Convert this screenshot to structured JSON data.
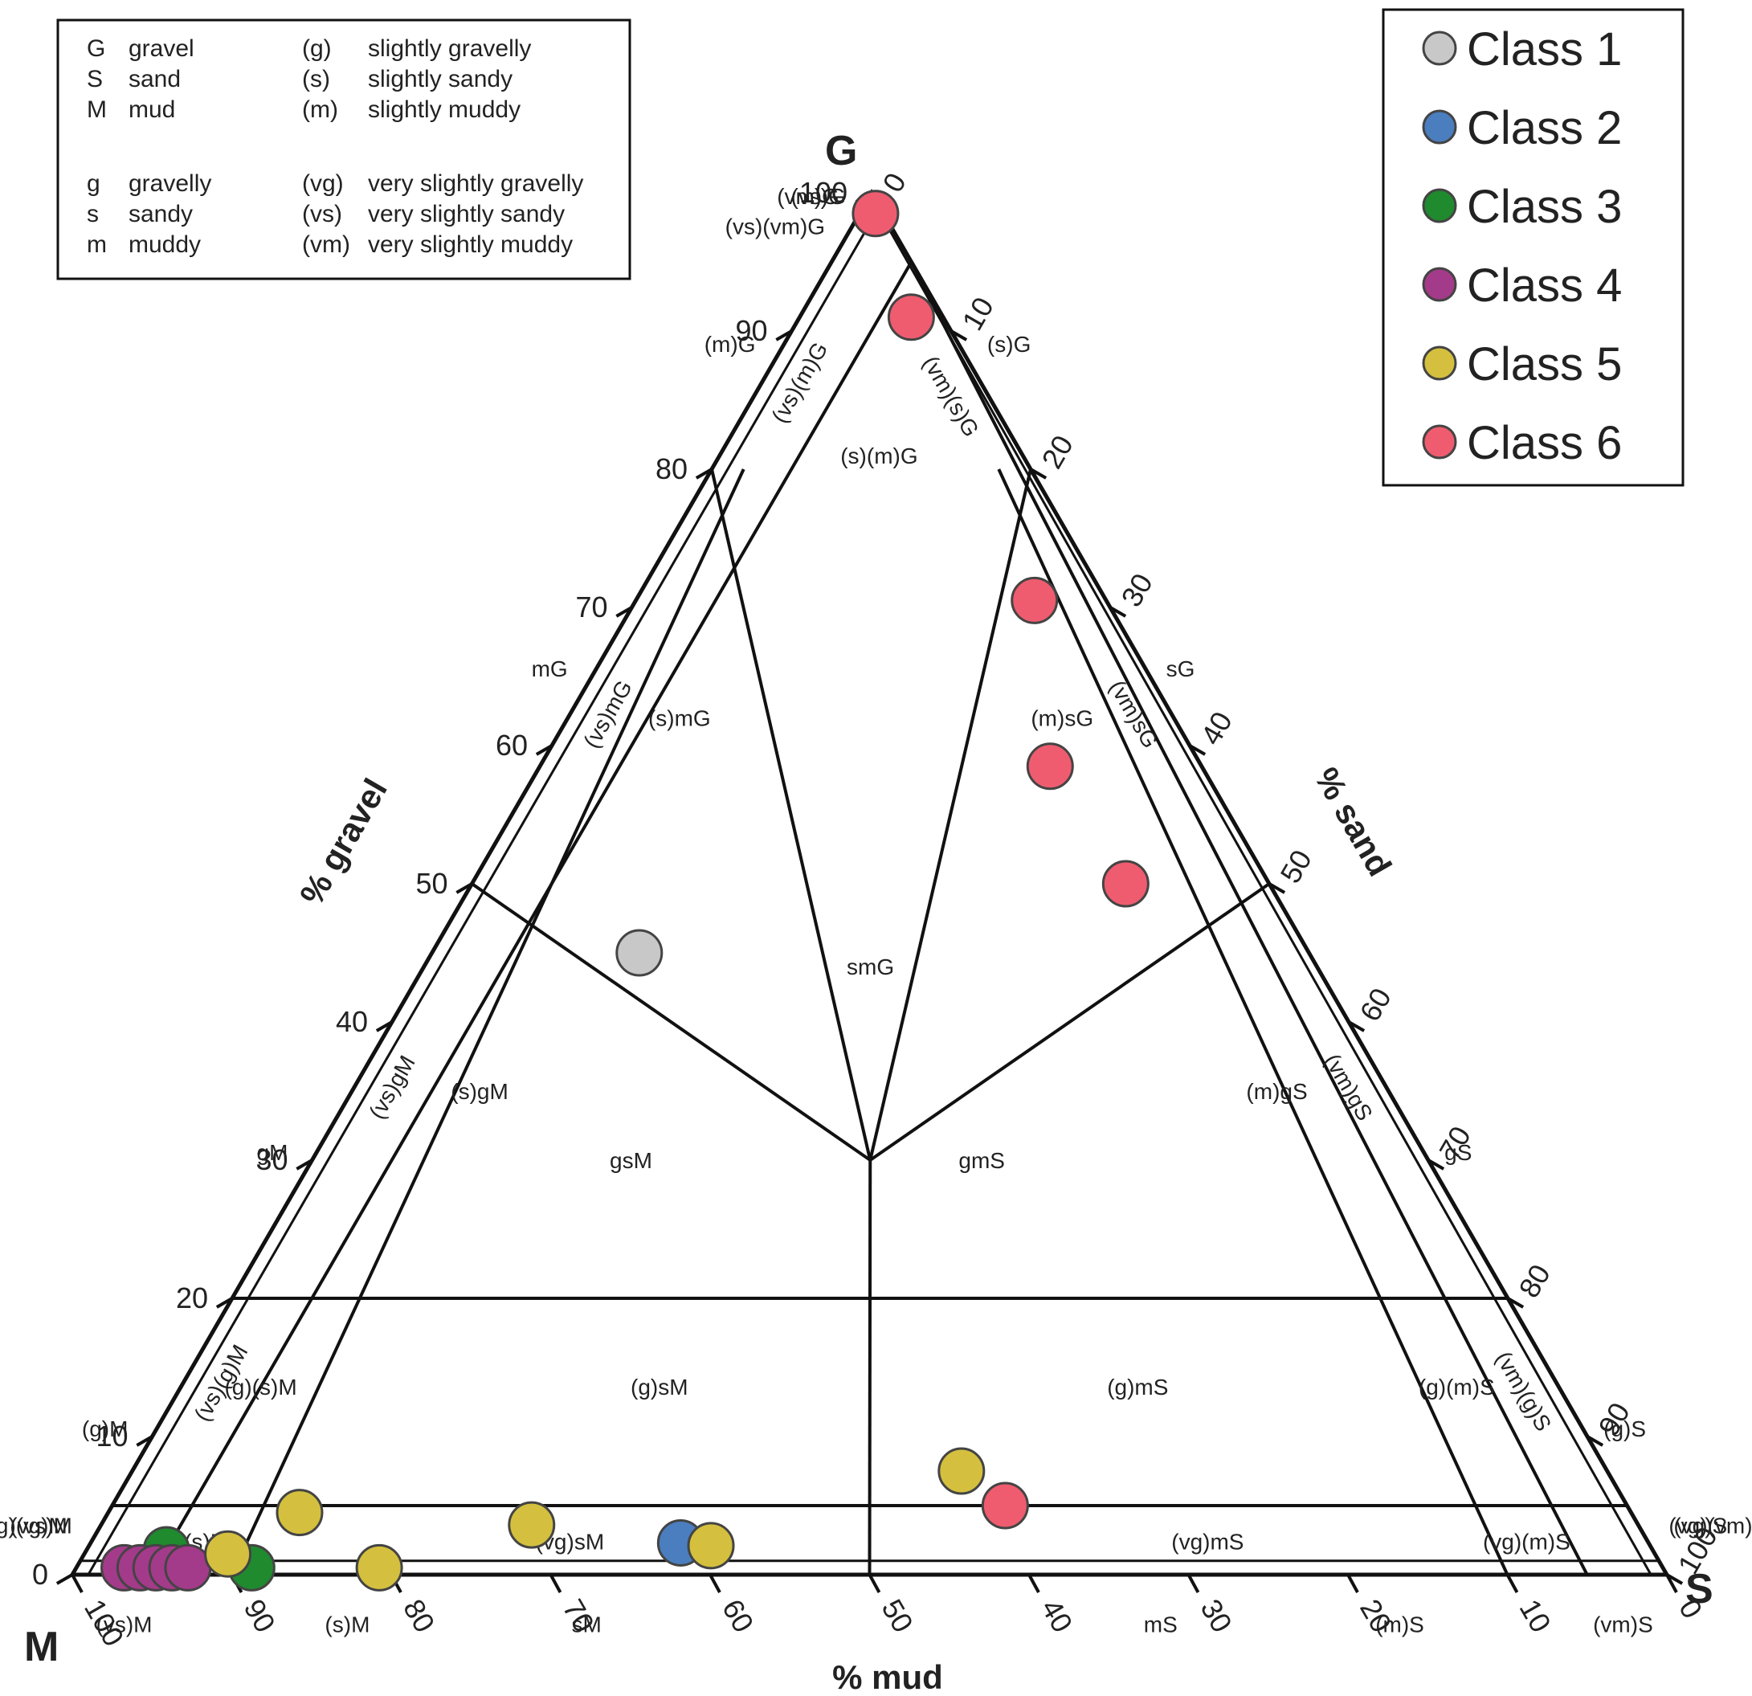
{
  "chart_data": {
    "type": "scatter",
    "subtype": "ternary",
    "corner_labels": {
      "gravel": "G",
      "sand": "S",
      "mud": "M"
    },
    "axis_labels": {
      "gravel": "% gravel",
      "sand": "% sand",
      "mud": "% mud"
    },
    "ticks": {
      "gravel": [
        "0",
        "10",
        "20",
        "30",
        "40",
        "50",
        "60",
        "70",
        "80",
        "90",
        "100"
      ],
      "sand": [
        "0",
        "10",
        "20",
        "30",
        "40",
        "50",
        "60",
        "70",
        "80",
        "90",
        "100"
      ],
      "mud": [
        "100",
        "90",
        "80",
        "70",
        "60",
        "50",
        "40",
        "30",
        "20",
        "10",
        "0"
      ]
    },
    "abbreviations": [
      {
        "code": "G",
        "meaning": "gravel",
        "code2": "(g)",
        "meaning2": "slightly gravelly"
      },
      {
        "code": "S",
        "meaning": "sand",
        "code2": "(s)",
        "meaning2": "slightly sandy"
      },
      {
        "code": "M",
        "meaning": "mud",
        "code2": "(m)",
        "meaning2": "slightly muddy"
      },
      {
        "code": "g",
        "meaning": "gravelly",
        "code2": "(vg)",
        "meaning2": "very slightly gravelly"
      },
      {
        "code": "s",
        "meaning": "sandy",
        "code2": "(vs)",
        "meaning2": "very slightly sandy"
      },
      {
        "code": "m",
        "meaning": "muddy",
        "code2": "(vm)",
        "meaning2": "very slightly muddy"
      }
    ],
    "class_regions": [
      {
        "label": "(s)(m)G",
        "gravel": 81,
        "sand": 10
      },
      {
        "label": "(s)mG",
        "gravel": 62,
        "sand": 7
      },
      {
        "label": "(m)sG",
        "gravel": 62,
        "sand": 31
      },
      {
        "label": "smG",
        "gravel": 44,
        "sand": 28
      },
      {
        "label": "(s)gM",
        "gravel": 35,
        "sand": 8
      },
      {
        "label": "(m)gS",
        "gravel": 35,
        "sand": 58
      },
      {
        "label": "gsM",
        "gravel": 30,
        "sand": 20
      },
      {
        "label": "gmS",
        "gravel": 30,
        "sand": 42
      },
      {
        "label": "(g)(s)M",
        "gravel": 13.6,
        "sand": 5
      },
      {
        "label": "(g)sM",
        "gravel": 13.6,
        "sand": 30
      },
      {
        "label": "(g)mS",
        "gravel": 13.6,
        "sand": 60
      },
      {
        "label": "(g)(m)S",
        "gravel": 13.6,
        "sand": 80
      },
      {
        "label": "(vg)(s)M",
        "gravel": 2.4,
        "sand": 6
      },
      {
        "label": "(vg)sM",
        "gravel": 2.4,
        "sand": 30
      },
      {
        "label": "(vg)mS",
        "gravel": 2.4,
        "sand": 70
      },
      {
        "label": "(vg)(m)S",
        "gravel": 2.4,
        "sand": 90
      },
      {
        "label": "(vs)(m)G",
        "gravel": 86,
        "sand": 0.3,
        "rot": -60
      },
      {
        "label": "(vs)mG",
        "gravel": 62,
        "sand": 0.3,
        "rot": -60
      },
      {
        "label": "(vs)gM",
        "gravel": 35,
        "sand": 0.3,
        "rot": -60
      },
      {
        "label": "(vs)(g)M",
        "gravel": 13.6,
        "sand": 0.3,
        "rot": -60
      },
      {
        "label": "(vm)(s)G",
        "gravel": 85,
        "sand": 14.7,
        "rot": 60
      },
      {
        "label": "(vm)sG",
        "gravel": 62,
        "sand": 37.7,
        "rot": 60
      },
      {
        "label": "(vm)gS",
        "gravel": 35,
        "sand": 64.7,
        "rot": 60
      },
      {
        "label": "(vm)(g)S",
        "gravel": 13,
        "sand": 86.7,
        "rot": 60
      }
    ],
    "edge_labels": [
      {
        "label": "(vs)G",
        "gravel": 99.2,
        "sand": 0.8
      },
      {
        "label": "(vm)G",
        "gravel": 99.2,
        "sand": 0.4
      },
      {
        "label": "(vs)(vm)G",
        "gravel": 97,
        "sand": 0.6
      },
      {
        "label": "(m)G",
        "gravel": 88.5,
        "sand": 0.5
      },
      {
        "label": "(s)G",
        "gravel": 88.5,
        "sand": 11
      },
      {
        "label": "mG",
        "gravel": 65,
        "sand": 0.5
      },
      {
        "label": "sG",
        "gravel": 65,
        "sand": 34
      },
      {
        "label": "gM",
        "gravel": 30,
        "sand": 0.5
      },
      {
        "label": "gS",
        "gravel": 30,
        "sand": 69
      },
      {
        "label": "(g)M",
        "gravel": 10,
        "sand": 0.5
      },
      {
        "label": "(g)S",
        "gravel": 10,
        "sand": 89
      },
      {
        "label": "(vg)(vs)M",
        "gravel": 3,
        "sand": 0.5
      },
      {
        "label": "(vg)M",
        "gravel": 3,
        "sand": 0.2
      },
      {
        "label": "(vg)(vm)S",
        "gravel": 3,
        "sand": 96.6
      },
      {
        "label": "(vg)S",
        "gravel": 3,
        "sand": 96.9
      },
      {
        "label": "(vs)M",
        "gravel": 0.5,
        "sand": 3
      },
      {
        "label": "(s)M",
        "gravel": 0.5,
        "sand": 17
      },
      {
        "label": "sM",
        "gravel": 0.5,
        "sand": 32
      },
      {
        "label": "mS",
        "gravel": 0.5,
        "sand": 68
      },
      {
        "label": "(m)S",
        "gravel": 0.5,
        "sand": 83
      },
      {
        "label": "(vm)S",
        "gravel": 0.5,
        "sand": 97
      }
    ],
    "series": [
      {
        "name": "Class 1",
        "color": "#c8c8c8",
        "points": [
          {
            "gravel": 45,
            "sand": 13
          }
        ]
      },
      {
        "name": "Class 2",
        "color": "#4a7ebf",
        "points": [
          {
            "gravel": 2.3,
            "sand": 37
          }
        ]
      },
      {
        "name": "Class 3",
        "color": "#1f8a2e",
        "points": [
          {
            "gravel": 0.5,
            "sand": 11
          },
          {
            "gravel": 1.8,
            "sand": 5
          }
        ]
      },
      {
        "name": "Class 4",
        "color": "#a43a8a",
        "points": [
          {
            "gravel": 0.5,
            "sand": 3
          },
          {
            "gravel": 0.5,
            "sand": 4
          },
          {
            "gravel": 0.5,
            "sand": 5
          },
          {
            "gravel": 0.5,
            "sand": 6
          },
          {
            "gravel": 0.5,
            "sand": 7
          }
        ]
      },
      {
        "name": "Class 5",
        "color": "#d4c03e",
        "points": [
          {
            "gravel": 1.5,
            "sand": 9
          },
          {
            "gravel": 4.5,
            "sand": 12
          },
          {
            "gravel": 0.5,
            "sand": 19
          },
          {
            "gravel": 3.6,
            "sand": 27
          },
          {
            "gravel": 2.1,
            "sand": 39
          },
          {
            "gravel": 7.5,
            "sand": 52
          }
        ]
      },
      {
        "name": "Class 6",
        "color": "#ef5c6f",
        "points": [
          {
            "gravel": 98.5,
            "sand": 1
          },
          {
            "gravel": 91,
            "sand": 7
          },
          {
            "gravel": 70.5,
            "sand": 25
          },
          {
            "gravel": 58.5,
            "sand": 32
          },
          {
            "gravel": 50,
            "sand": 41
          },
          {
            "gravel": 5,
            "sand": 56
          }
        ]
      }
    ]
  }
}
